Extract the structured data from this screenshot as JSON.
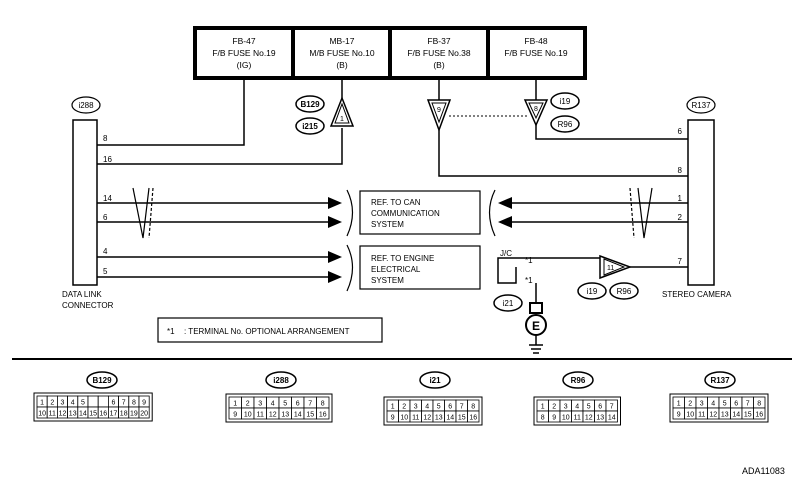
{
  "fuse_box": [
    {
      "id": "FB-47",
      "name": "F/B FUSE No.19",
      "sub": "(IG)"
    },
    {
      "id": "MB-17",
      "name": "M/B FUSE No.10",
      "sub": "(B)"
    },
    {
      "id": "FB-37",
      "name": "F/B FUSE No.38",
      "sub": "(B)"
    },
    {
      "id": "FB-48",
      "name": "F/B FUSE No.19",
      "sub": ""
    }
  ],
  "connectors": {
    "i288": "i288",
    "R137": "R137",
    "B129": "B129",
    "i215": "i215",
    "i19": "i19",
    "R96": "R96",
    "i21": "i21"
  },
  "left_component": {
    "line1": "DATA LINK",
    "line2": "CONNECTOR"
  },
  "right_component": {
    "label": "STEREO CAMERA"
  },
  "left_pins": [
    "8",
    "16",
    "14",
    "6",
    "4",
    "5"
  ],
  "right_pins": [
    "6",
    "8",
    "1",
    "2",
    "7"
  ],
  "inline_pins": {
    "b129": "1",
    "fb37": "9",
    "fb48": "8",
    "i19": "11"
  },
  "ref_boxes": {
    "can": [
      "REF. TO CAN",
      "COMMUNICATION",
      "SYSTEM"
    ],
    "engine": [
      "REF. TO ENGINE",
      "ELECTRICAL",
      "SYSTEM"
    ]
  },
  "jc": {
    "label": "J/C",
    "star1": "*1",
    "star2": "*1",
    "ground": "E"
  },
  "note": {
    "star": "*1",
    "text": ": TERMINAL No. OPTIONAL ARRANGEMENT"
  },
  "bottom_connectors": [
    {
      "label": "B129",
      "row1": [
        "1",
        "2",
        "3",
        "4",
        "5",
        "",
        "",
        "6",
        "7",
        "8",
        "9"
      ],
      "row2": [
        "10",
        "11",
        "12",
        "13",
        "14",
        "15",
        "16",
        "17",
        "18",
        "19",
        "20"
      ]
    },
    {
      "label": "i288",
      "row1": [
        "1",
        "2",
        "3",
        "4",
        "5",
        "6",
        "7",
        "8"
      ],
      "row2": [
        "9",
        "10",
        "11",
        "12",
        "13",
        "14",
        "15",
        "16"
      ]
    },
    {
      "label": "i21",
      "row1": [
        "1",
        "2",
        "3",
        "4",
        "5",
        "6",
        "7",
        "8"
      ],
      "row2": [
        "9",
        "10",
        "11",
        "12",
        "13",
        "14",
        "15",
        "16"
      ]
    },
    {
      "label": "R96",
      "row1": [
        "1",
        "2",
        "3",
        "4",
        "5",
        "6",
        "7"
      ],
      "row2": [
        "8",
        "9",
        "10",
        "11",
        "12",
        "13",
        "14"
      ]
    },
    {
      "label": "R137",
      "row1": [
        "1",
        "2",
        "3",
        "4",
        "5",
        "6",
        "7",
        "8"
      ],
      "row2": [
        "9",
        "10",
        "11",
        "12",
        "13",
        "14",
        "15",
        "16"
      ]
    }
  ],
  "diagram_code": "ADA11083"
}
